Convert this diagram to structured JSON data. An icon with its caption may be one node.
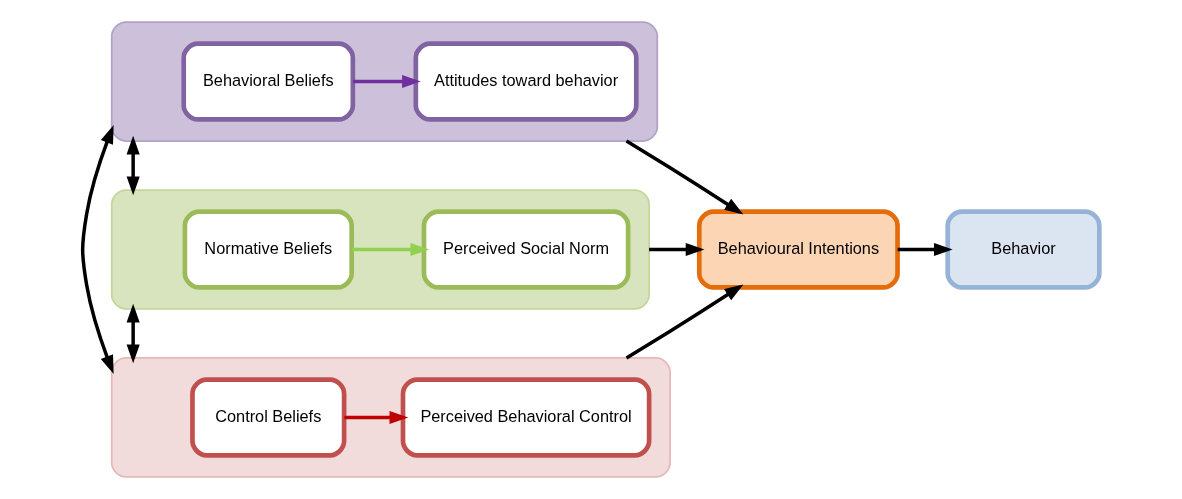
{
  "diagram": {
    "nodes": [
      {
        "text": [],
        "shape": "box"
      },
      {
        "text": [
          "Behavioral Beliefs"
        ],
        "in": 0
      },
      {
        "text": [
          "Attitudes toward behavior"
        ],
        "in": 0
      },
      {
        "text": [],
        "shape": "box"
      },
      {
        "text": [
          "Normative Beliefs"
        ],
        "in": 3
      },
      {
        "text": [
          "Perceived Social Norm"
        ],
        "in": 3
      },
      {
        "text": [],
        "shape": "box"
      },
      {
        "text": [
          "Control Beliefs"
        ],
        "in": 6
      },
      {
        "text": [
          "Perceived Behavioral Control"
        ],
        "in": 6
      },
      {
        "text": [
          "Behavioural Intentions"
        ]
      },
      {
        "text": [
          "Behavior"
        ]
      }
    ],
    "edges": [
      {
        "from": 1,
        "to": 2,
        "arrow": "to",
        "color": "#7030a0"
      },
      {
        "from": 4,
        "to": 5,
        "arrow": "to",
        "color": "#92d050"
      },
      {
        "from": 7,
        "to": 8,
        "arrow": "to",
        "color": "#c00000"
      },
      {
        "from": 0,
        "to": 3,
        "arrow": "both"
      },
      {
        "from": 3,
        "to": 6,
        "arrow": "both"
      },
      {
        "from": 0,
        "to": 6,
        "arrow": "both"
      },
      {
        "from": 0,
        "to": 9,
        "arrow": "to"
      },
      {
        "from": 3,
        "to": 9,
        "arrow": "to"
      },
      {
        "from": 6,
        "to": 9,
        "arrow": "to"
      },
      {
        "from": 9,
        "to": 10,
        "arrow": "to"
      }
    ]
  }
}
